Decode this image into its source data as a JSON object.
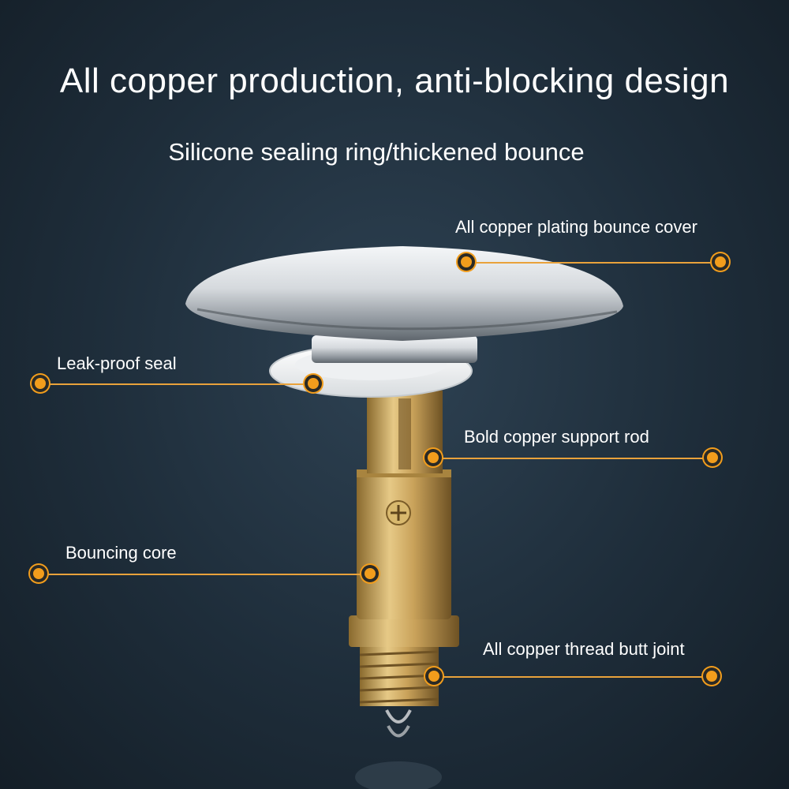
{
  "headline": "All copper production, anti-blocking design",
  "subheadline": "Silicone sealing ring/thickened bounce",
  "callouts": [
    {
      "label": "All copper plating bounce cover"
    },
    {
      "label": "Leak-proof seal"
    },
    {
      "label": "Bold copper support rod"
    },
    {
      "label": "Bouncing core"
    },
    {
      "label": "All copper thread butt joint"
    }
  ],
  "colors": {
    "accent": "#f29d1c",
    "background": "#1e2d3a",
    "brass": "#c9a25a",
    "chrome": "#d9dde1"
  }
}
